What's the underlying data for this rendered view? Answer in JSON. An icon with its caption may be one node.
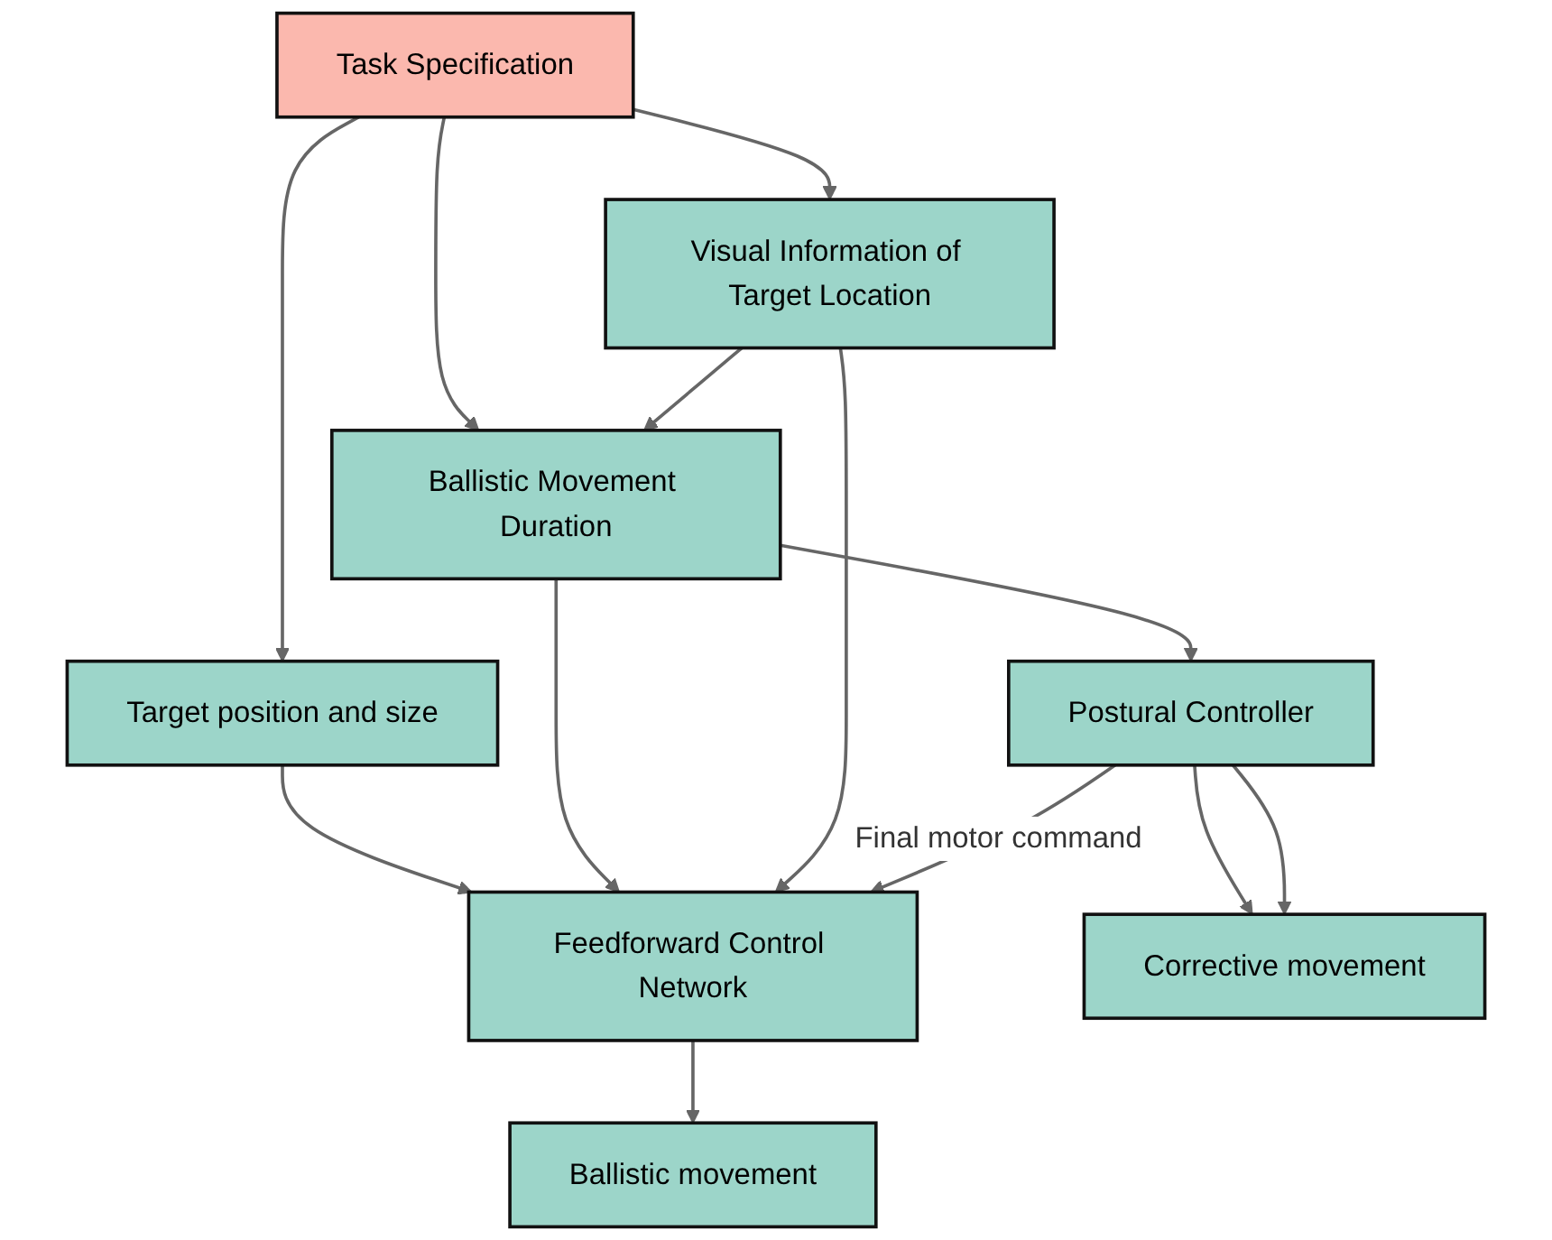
{
  "diagram": {
    "nodes": [
      {
        "text": [
          "Task Specification"
        ]
      },
      {
        "text": [
          "Target position and size"
        ]
      },
      {
        "text": [
          "Ballistic Movement Duration"
        ]
      },
      {
        "text": [
          "Visual Information of Target Location"
        ]
      },
      {
        "text": [
          "Feedforward Control Network"
        ]
      },
      {
        "text": [
          "Postural Controller"
        ]
      },
      {
        "text": [
          "Ballistic movement"
        ]
      },
      {
        "text": [
          "Corrective movement"
        ]
      }
    ],
    "edges": [
      {
        "from": 0,
        "to": 1,
        "arrow": "to"
      },
      {
        "from": 0,
        "to": 2,
        "arrow": "to"
      },
      {
        "from": 0,
        "to": 3,
        "arrow": "to"
      },
      {
        "from": 3,
        "to": 2,
        "arrow": "to"
      },
      {
        "from": 1,
        "to": 4,
        "arrow": "to"
      },
      {
        "from": 2,
        "to": 4,
        "arrow": "to"
      },
      {
        "from": 3,
        "to": 4,
        "arrow": "to"
      },
      {
        "from": 2,
        "to": 5,
        "arrow": "to"
      },
      {
        "from": 5,
        "to": 4,
        "label": "Final motor command",
        "arrow": "to"
      },
      {
        "from": 5,
        "to": 7,
        "arrow": "to"
      },
      {
        "from": 4,
        "to": 6,
        "arrow": "to"
      },
      {
        "from": 5,
        "to": 7,
        "arrow": "to"
      }
    ]
  }
}
